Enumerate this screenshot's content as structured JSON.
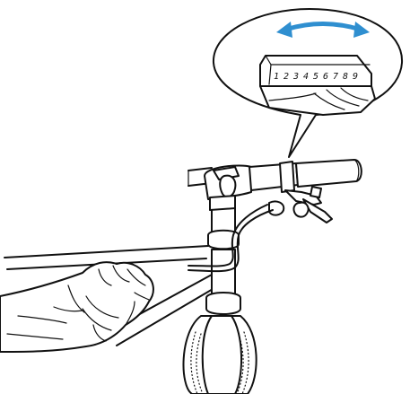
{
  "diagram": {
    "gear_indicator": {
      "scale_digits": [
        "1",
        "2",
        "3",
        "4",
        "5",
        "6",
        "7",
        "8",
        "9"
      ],
      "arrow_color": "#2f8fd0",
      "arrow_meaning": "double-headed-arrow"
    }
  }
}
